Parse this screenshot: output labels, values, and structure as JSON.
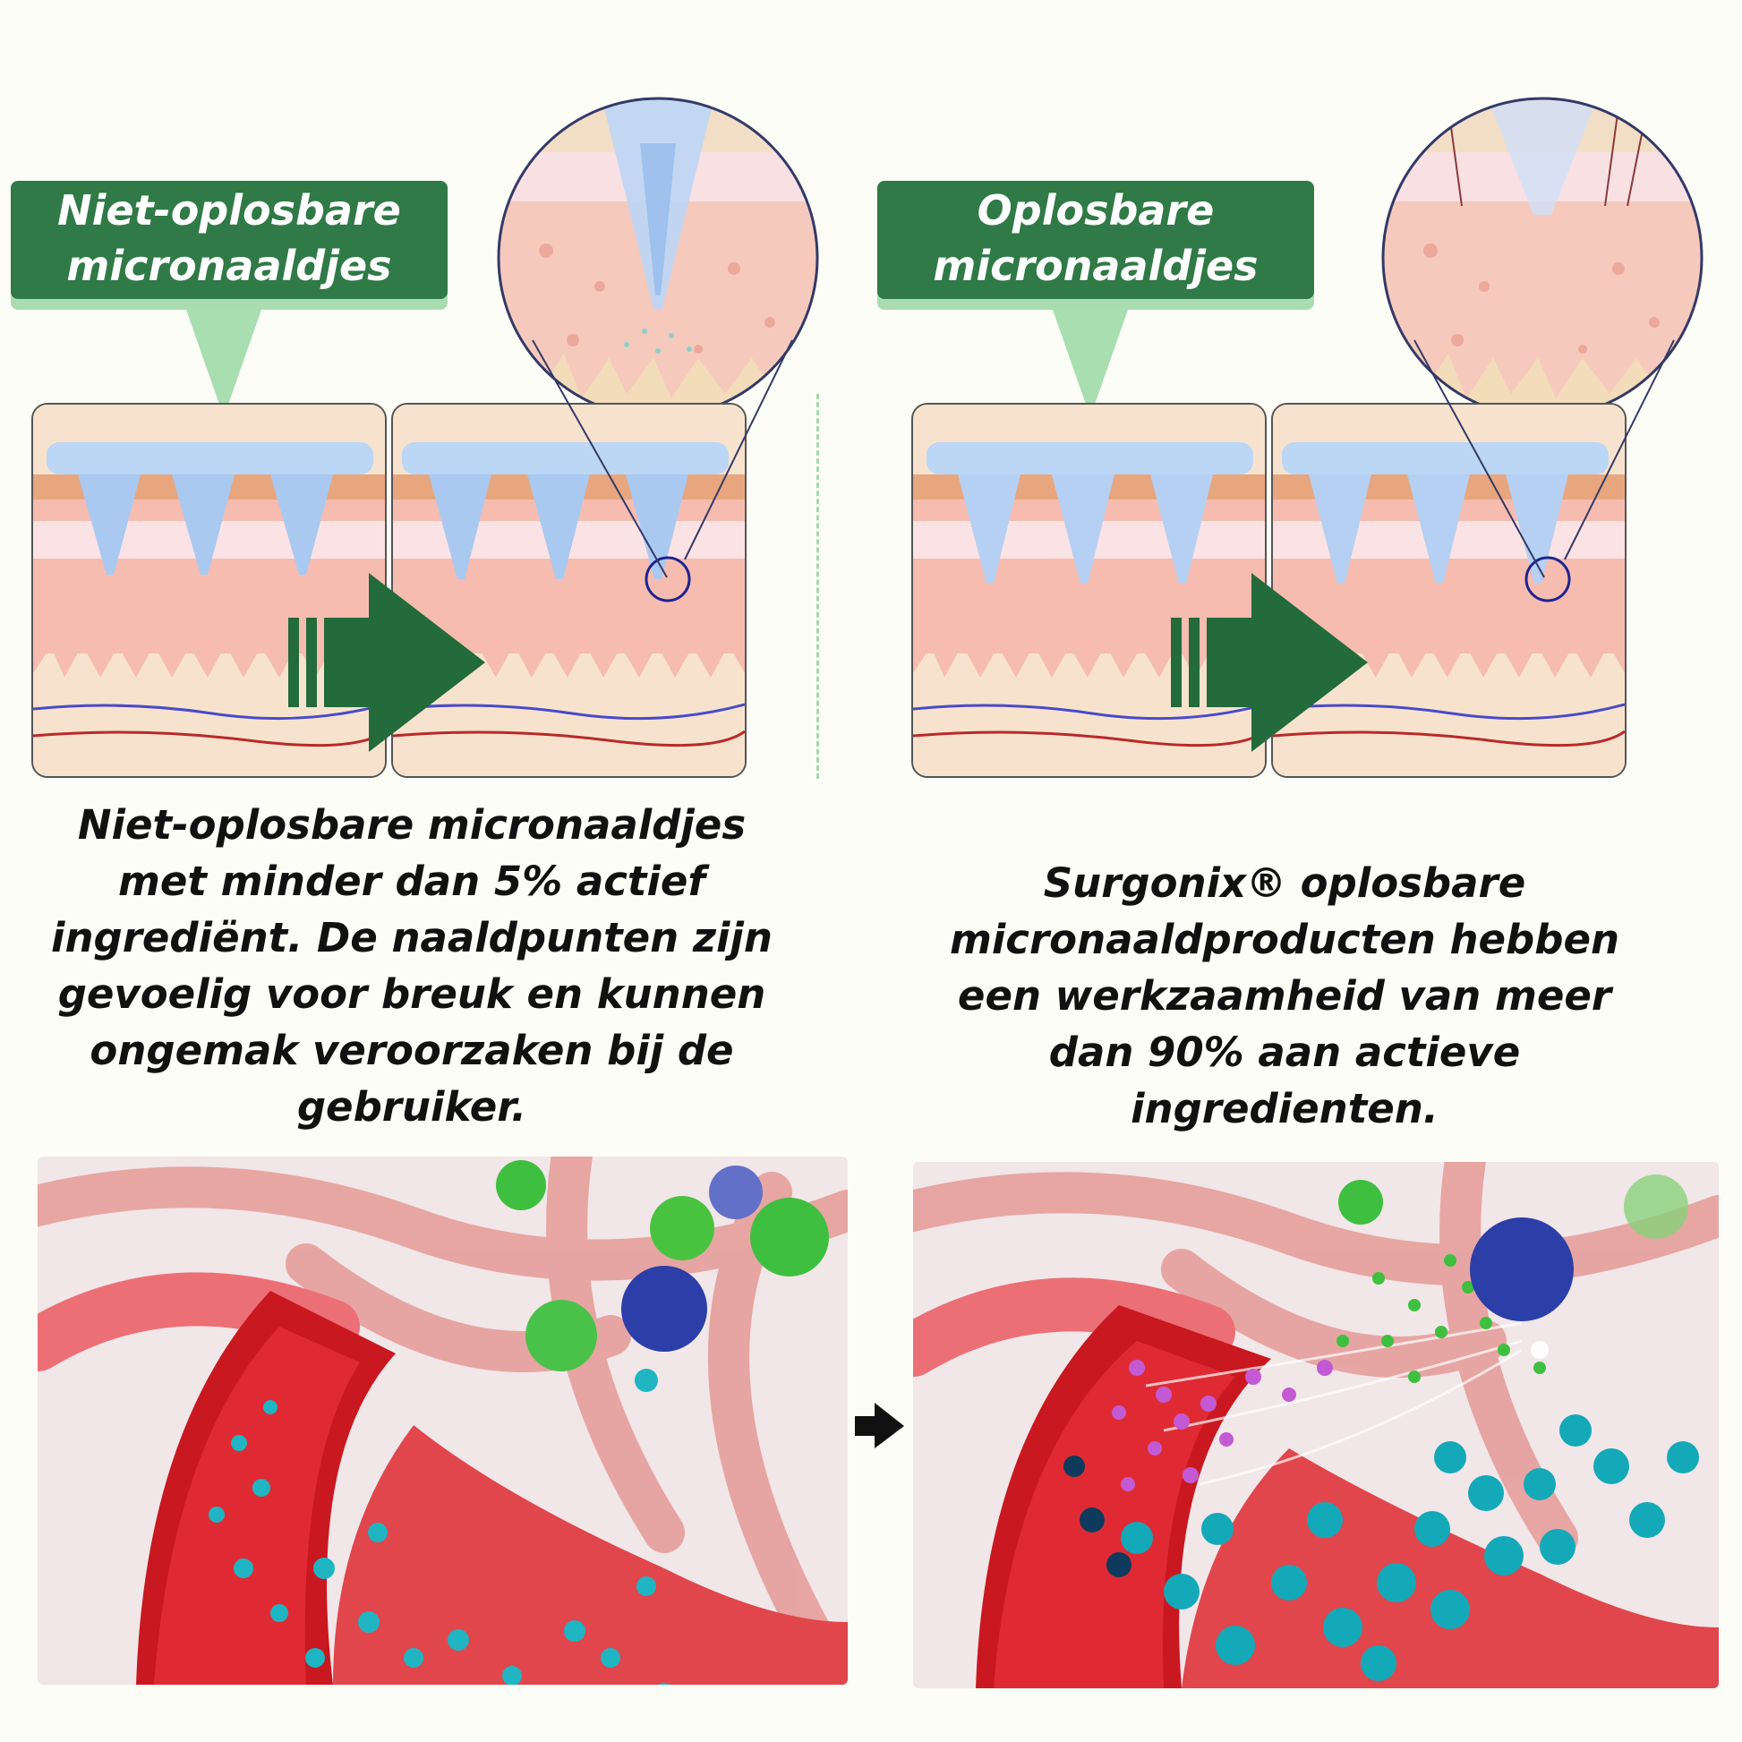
{
  "left": {
    "label_lines": [
      "Niet-oplosbare",
      "micronaaldjes"
    ],
    "caption_lines": [
      "Niet-oplosbare micronaaldjes",
      "met minder dan 5% actief",
      "ingrediënt. De naaldpunten zijn",
      "gevoelig voor breuk en kunnen",
      "ongemak veroorzaken bij de",
      "gebruiker."
    ]
  },
  "right": {
    "label_lines": [
      "Oplosbare",
      "micronaaldjes"
    ],
    "caption_lines": [
      "Surgonix® oplosbare",
      "micronaaldproducten hebben",
      "een werkzaamheid van meer",
      "dan 90% aan actieve",
      "ingredienten."
    ]
  },
  "colors": {
    "brand_green": "#2f7a46",
    "light_green": "#a8deb0",
    "skin_pink": "#f3b3a8",
    "needle_blue": "#a9c9f0",
    "vessel_red": "#d8232a",
    "particle_cyan": "#1fb5c3"
  }
}
